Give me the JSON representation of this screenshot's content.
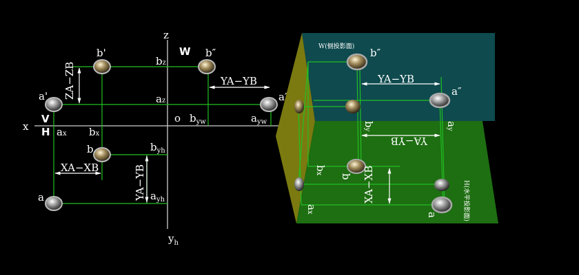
{
  "colors": {
    "background": "#000000",
    "line": "#22c022",
    "axis": "#cfcfcf",
    "v_plane": "#7a7a10",
    "w_plane": "#0e4a4e",
    "h_plane": "#1e6e12"
  },
  "left": {
    "axis_z": "z",
    "axis_x": "x",
    "axis_yh": "y",
    "axis_yh_sub": "h",
    "origin": "o",
    "plane_w": "W",
    "plane_v": "V",
    "plane_h": "H",
    "b_prime": "b'",
    "b_dprime": "b″",
    "a_prime": "a'",
    "a_dprime": "a″",
    "a": "a",
    "b": "b",
    "bz": "b",
    "bz_sub": "z",
    "az": "a",
    "az_sub": "z",
    "ax": "a",
    "ax_sub": "x",
    "bx": "b",
    "bx_sub": "x",
    "byw": "b",
    "byw_sub": "yw",
    "ayw": "a",
    "ayw_sub": "yw",
    "byh": "b",
    "byh_sub": "yh",
    "ayh": "a",
    "ayh_sub": "yh",
    "dim_z": "ZA−ZB",
    "dim_y_top": "YA−YB",
    "dim_x": "XA−XB",
    "dim_y_vert": "YA−YB"
  },
  "right": {
    "w_plane_label": "W(侧投影面)",
    "h_plane_label": "H(水平投影面)",
    "b_dprime": "b″",
    "a_dprime": "a″",
    "b": "b",
    "a": "a",
    "by": "b",
    "by_sub": "y",
    "ay": "a",
    "ay_sub": "y",
    "bx": "b",
    "bx_sub": "x",
    "ax": "a",
    "ax_sub": "x",
    "dim_y_top": "YA−YB",
    "dim_y_h": "YA−YB",
    "dim_x": "XA−XB"
  }
}
